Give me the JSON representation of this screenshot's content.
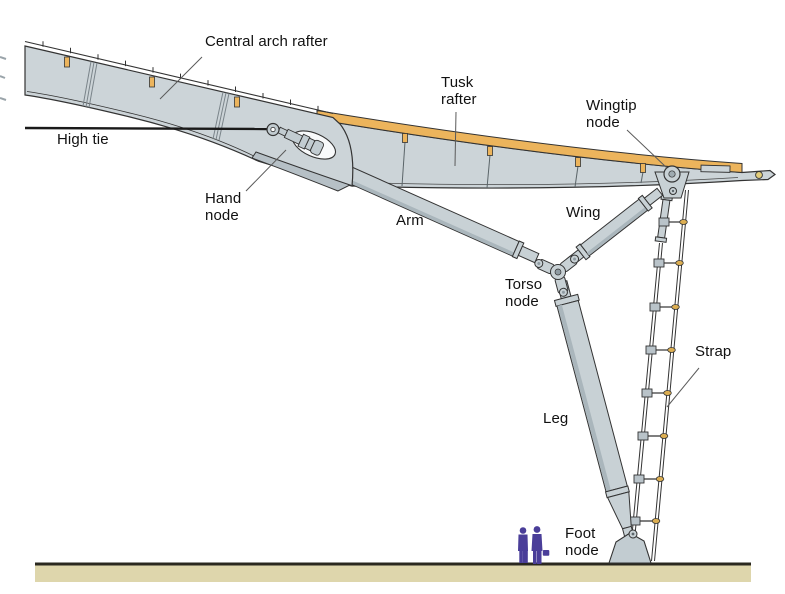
{
  "labels": {
    "central_arch_rafter": "Central arch rafter",
    "high_tie": "High tie",
    "hand_node": "Hand\nnode",
    "tusk_rafter": "Tusk\nrafter",
    "wingtip_node": "Wingtip\nnode",
    "arm": "Arm",
    "wing": "Wing",
    "torso_node": "Torso\nnode",
    "strap": "Strap",
    "leg": "Leg",
    "foot_node": "Foot\nnode"
  },
  "colors": {
    "member_fill": "#ccd4d8",
    "member_fill_light": "#c8d1d5",
    "member_shade": "#aab6bc",
    "gusset_fill": "#b6c0c6",
    "outline": "#333333",
    "accent_orange": "#ecb45c",
    "pin_yellow": "#e3cd7a",
    "pin_orange": "#dcae52",
    "ground_fill": "#ded6ac",
    "ground_line": "#2a281f",
    "figure_purple": "#4a3e99",
    "background": "#ffffff"
  },
  "figures": {
    "scale_figures_icon": "two-people-silhouette"
  }
}
